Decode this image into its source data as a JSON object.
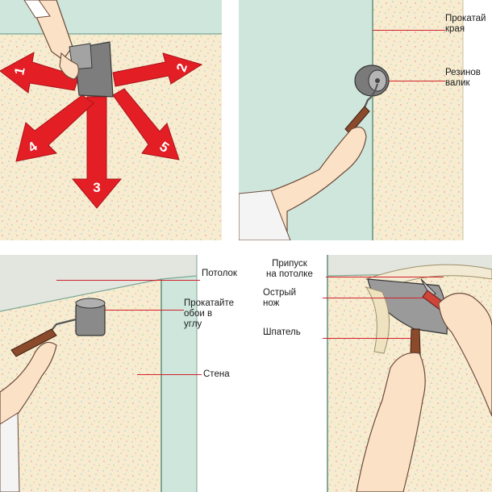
{
  "colors": {
    "wallpaper": "#f7ecd0",
    "wall_plain": "#cfe6dc",
    "ceiling": "#e3e6df",
    "arrow": "#e31e24",
    "leader": "#d2202a",
    "skin": "#fbe1c6",
    "tool_metal": "#8f8f8f",
    "handle": "#8b4a2b"
  },
  "panel1": {
    "arrows": [
      {
        "number": "1",
        "direction": "left"
      },
      {
        "number": "2",
        "direction": "right"
      },
      {
        "number": "3",
        "direction": "down"
      },
      {
        "number": "4",
        "direction": "down-left"
      },
      {
        "number": "5",
        "direction": "down-right"
      }
    ],
    "tool_icon": "spatula-icon"
  },
  "panel2": {
    "labels": [
      {
        "id": "edges",
        "lines": [
          "Прокатай",
          "края"
        ]
      },
      {
        "id": "roller",
        "lines": [
          "Резинов",
          "валик"
        ]
      }
    ],
    "tool_icon": "rubber-roller-icon"
  },
  "panel3": {
    "labels": [
      {
        "id": "ceiling",
        "lines": [
          "Потолок"
        ]
      },
      {
        "id": "corner",
        "lines": [
          "Прокатайте",
          "обои в",
          "углу"
        ]
      },
      {
        "id": "wall",
        "lines": [
          "Стена"
        ]
      }
    ],
    "tool_icon": "roller-icon"
  },
  "panel4": {
    "labels": [
      {
        "id": "allowance",
        "lines": [
          "Припуск",
          "на потолке"
        ]
      },
      {
        "id": "knife",
        "lines": [
          "Острый",
          "нож"
        ]
      },
      {
        "id": "spatula",
        "lines": [
          "Шпатель"
        ]
      }
    ],
    "tool_icon": "knife-icon"
  }
}
